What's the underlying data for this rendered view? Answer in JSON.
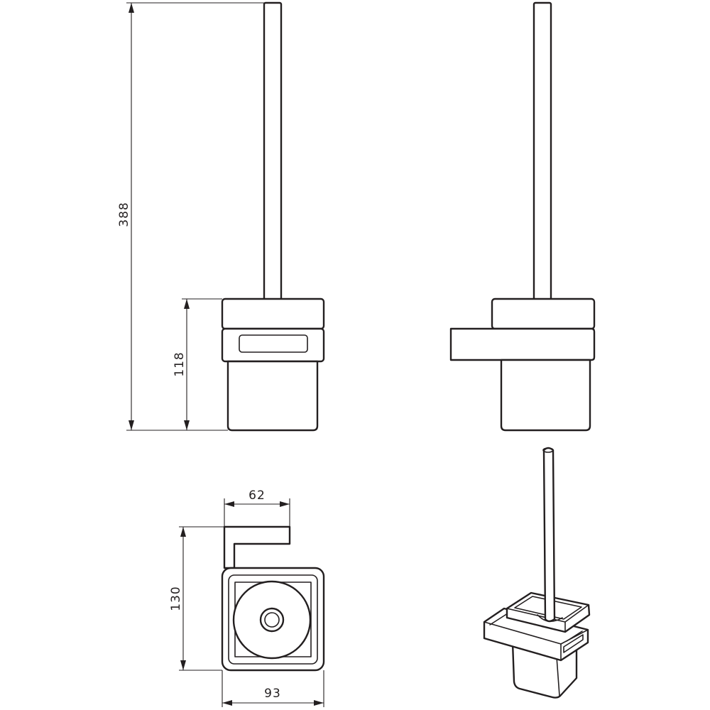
{
  "drawing": {
    "dimensions": {
      "total_height": "388",
      "holder_height": "118",
      "bracket_depth": "62",
      "overall_depth": "130",
      "holder_width": "93"
    }
  }
}
